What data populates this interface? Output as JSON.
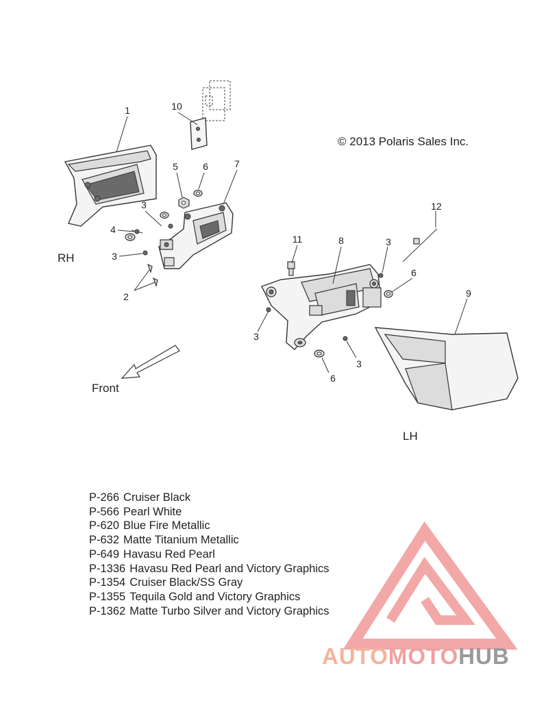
{
  "copyright": "© 2013 Polaris Sales Inc.",
  "side_labels": {
    "rh": "RH",
    "lh": "LH"
  },
  "direction_label": "Front",
  "callouts": {
    "c1": "1",
    "c2": "2",
    "c3a": "3",
    "c3b": "3",
    "c3c": "3",
    "c3d": "3",
    "c3e": "3",
    "c4": "4",
    "c5": "5",
    "c6a": "6",
    "c6b": "6",
    "c6c": "6",
    "c7": "7",
    "c8": "8",
    "c9": "9",
    "c10": "10",
    "c11": "11",
    "c12": "12"
  },
  "legend": [
    {
      "code": "P-266",
      "name": "Cruiser Black"
    },
    {
      "code": "P-566",
      "name": "Pearl White"
    },
    {
      "code": "P-620",
      "name": "Blue Fire Metallic"
    },
    {
      "code": "P-632",
      "name": "Matte Titanium Metallic"
    },
    {
      "code": "P-649",
      "name": "Havasu Red Pearl"
    },
    {
      "code": "P-1336",
      "name": "Havasu Red Pearl and Victory Graphics"
    },
    {
      "code": "P-1354",
      "name": "Cruiser Black/SS Gray"
    },
    {
      "code": "P-1355",
      "name": "Tequila Gold and Victory Graphics"
    },
    {
      "code": "P-1362",
      "name": "Matte Turbo Silver and Victory Graphics"
    }
  ],
  "watermark": {
    "part1": "AUTO",
    "part2": "MOTO",
    "part3": "HUB"
  },
  "colors": {
    "watermark_red": "#f08c8c",
    "watermark_orange": "#f5b39b",
    "watermark_gray": "#9a9a9a"
  }
}
